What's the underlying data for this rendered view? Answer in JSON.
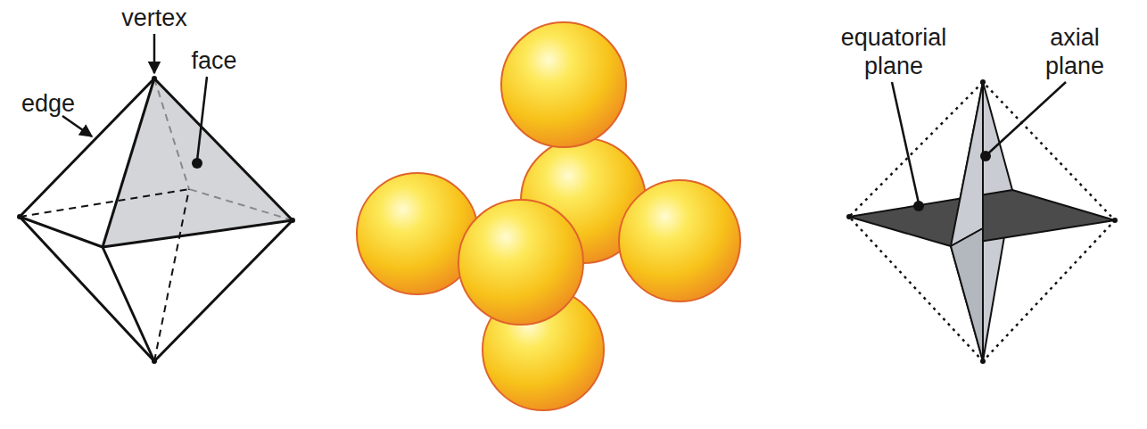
{
  "diagram": {
    "labels": [
      "vertex",
      "edge",
      "face",
      "equatorial plane",
      "axial plane"
    ]
  }
}
